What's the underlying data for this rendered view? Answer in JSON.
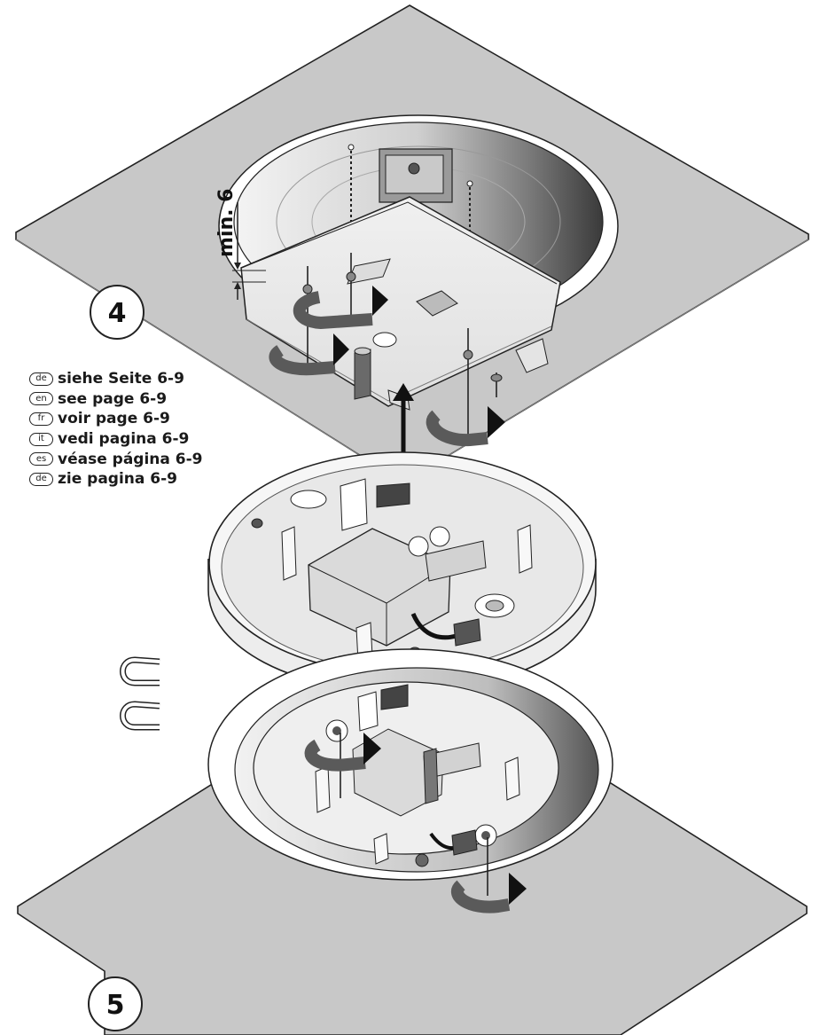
{
  "steps": {
    "step4": "4",
    "step5": "5"
  },
  "dimension": {
    "label": "min. 6"
  },
  "references": [
    {
      "lang": "de",
      "text": "siehe Seite 6-9"
    },
    {
      "lang": "en",
      "text": "see page 6-9"
    },
    {
      "lang": "fr",
      "text": "voir page 6-9"
    },
    {
      "lang": "it",
      "text": "vedi pagina 6-9"
    },
    {
      "lang": "es",
      "text": "véase página 6-9"
    },
    {
      "lang": "de",
      "text": "zie pagina 6-9"
    }
  ],
  "icons": [
    "rotation-arrow-icon",
    "insert-arrow-icon",
    "spring-clip-icon",
    "screw-icon"
  ],
  "colors": {
    "ceiling": "#c8c8c8",
    "outline": "#222222",
    "housing": "#eeeeee",
    "shadow": "#5a5a5a"
  }
}
